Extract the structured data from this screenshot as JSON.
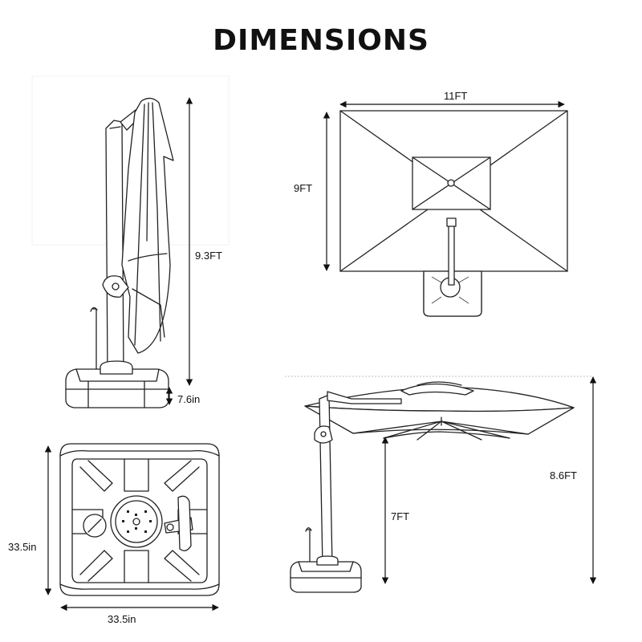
{
  "title": "DIMENSIONS",
  "dimensions": {
    "side_height": "9.3FT",
    "base_height": "7.6in",
    "top_width": "11FT",
    "top_depth": "9FT",
    "overall_height": "8.6FT",
    "clearance_height": "7FT",
    "base_depth": "33.5in",
    "base_width": "33.5in"
  },
  "colors": {
    "line": "#222222",
    "text": "#111111",
    "background": "#ffffff"
  }
}
